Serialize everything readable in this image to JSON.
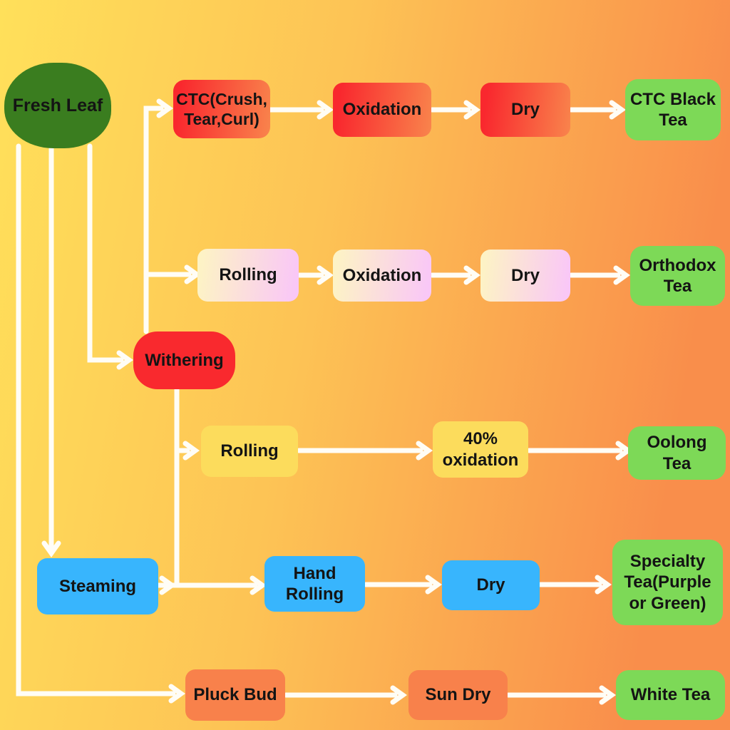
{
  "palette": {
    "bg_yellow": "#ffe05a",
    "bg_mid": "#fdc355",
    "bg_orange": "#f98e4b",
    "arrow": "#fffdf6",
    "text": "#141414",
    "dark_green": "#3a7d1f",
    "bright_red": "#f9292e",
    "result_green": "#7dd957",
    "sky_blue": "#38b5fd",
    "sun_yellow": "#fcdc5c",
    "tangerine": "#f8814b",
    "red_grad_start": "#f9282e",
    "red_grad_end": "#f9844c",
    "cream_grad_start": "#fdf3c5",
    "pink_grad_end": "#f9c7f7"
  },
  "nodes": {
    "fresh_leaf": {
      "label": "Fresh Leaf"
    },
    "ctc": {
      "label": "CTC(Crush, Tear,Curl)"
    },
    "oxidation_ctc": {
      "label": "Oxidation"
    },
    "dry_ctc": {
      "label": "Dry"
    },
    "ctc_black_tea": {
      "label": "CTC Black Tea"
    },
    "rolling_orthodox": {
      "label": "Rolling"
    },
    "oxidation_orthodox": {
      "label": "Oxidation"
    },
    "dry_orthodox": {
      "label": "Dry"
    },
    "orthodox_tea": {
      "label": "Orthodox Tea"
    },
    "withering": {
      "label": "Withering"
    },
    "rolling_oolong": {
      "label": "Rolling"
    },
    "oxidation_40": {
      "label": "40% oxidation"
    },
    "oolong_tea": {
      "label": "Oolong Tea"
    },
    "steaming": {
      "label": "Steaming"
    },
    "hand_rolling": {
      "label": "Hand Rolling"
    },
    "dry_specialty": {
      "label": "Dry"
    },
    "specialty_tea": {
      "label": "Specialty Tea(Purple or Green)"
    },
    "pluck_bud": {
      "label": "Pluck Bud"
    },
    "sun_dry": {
      "label": "Sun Dry"
    },
    "white_tea": {
      "label": "White Tea"
    }
  },
  "edges": [
    {
      "from": "fresh_leaf",
      "to": "withering"
    },
    {
      "from": "fresh_leaf",
      "to": "steaming"
    },
    {
      "from": "fresh_leaf",
      "to": "pluck_bud"
    },
    {
      "from": "withering",
      "to": "ctc"
    },
    {
      "from": "withering",
      "to": "rolling_orthodox"
    },
    {
      "from": "withering",
      "to": "rolling_oolong"
    },
    {
      "from": "withering",
      "to": "hand_rolling"
    },
    {
      "from": "ctc",
      "to": "oxidation_ctc"
    },
    {
      "from": "oxidation_ctc",
      "to": "dry_ctc"
    },
    {
      "from": "dry_ctc",
      "to": "ctc_black_tea"
    },
    {
      "from": "rolling_orthodox",
      "to": "oxidation_orthodox"
    },
    {
      "from": "oxidation_orthodox",
      "to": "dry_orthodox"
    },
    {
      "from": "dry_orthodox",
      "to": "orthodox_tea"
    },
    {
      "from": "rolling_oolong",
      "to": "oxidation_40"
    },
    {
      "from": "oxidation_40",
      "to": "oolong_tea"
    },
    {
      "from": "steaming",
      "to": "hand_rolling"
    },
    {
      "from": "hand_rolling",
      "to": "dry_specialty"
    },
    {
      "from": "dry_specialty",
      "to": "specialty_tea"
    },
    {
      "from": "pluck_bud",
      "to": "sun_dry"
    },
    {
      "from": "sun_dry",
      "to": "white_tea"
    }
  ]
}
